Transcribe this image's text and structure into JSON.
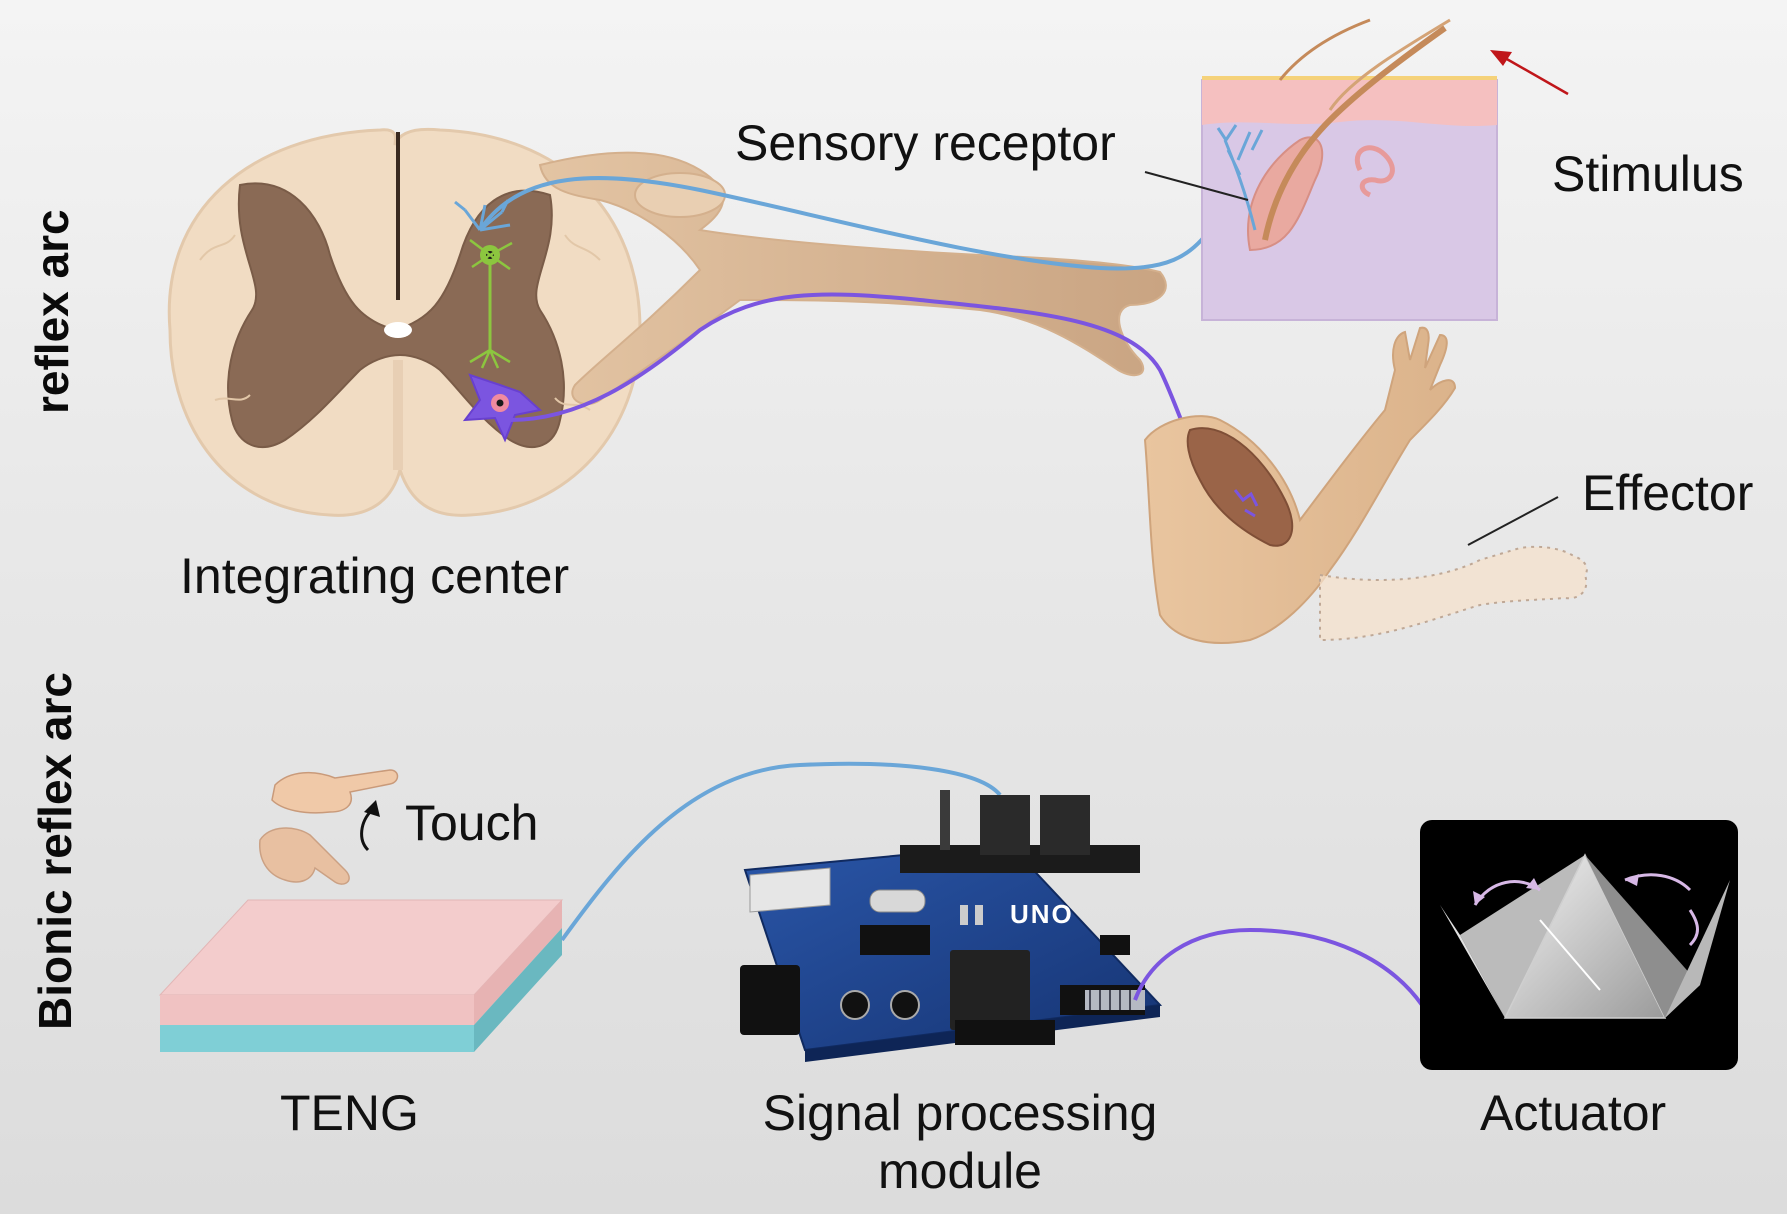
{
  "top_panel": {
    "side_label": "reflex arc",
    "integrating_center": "Integrating center",
    "sensory_receptor": "Sensory receptor",
    "stimulus": "Stimulus",
    "effector": "Effector"
  },
  "bottom_panel": {
    "side_label": "Bionic reflex arc",
    "touch": "Touch",
    "teng": "TENG",
    "signal_processing_line1": "Signal processing",
    "signal_processing_line2": "module",
    "actuator": "Actuator",
    "board_text": "UNO"
  },
  "colors": {
    "sensory_nerve": "#6aa6d8",
    "motor_nerve": "#7b55e0",
    "stimulus_arrow": "#c0161a",
    "spinal_white_matter": "#f0dcc4",
    "spinal_grey_matter": "#8a6a55",
    "teng_top": "#f3cccc",
    "teng_bottom": "#7fcfd6",
    "board_blue": "#1c3f8a",
    "actuator_bg": "#000000"
  },
  "icons": {
    "hand": "pointing-hand-icon",
    "touch_arrow": "curved-up-arrow-icon",
    "actuator": "folding-pyramid-actuator-icon"
  }
}
